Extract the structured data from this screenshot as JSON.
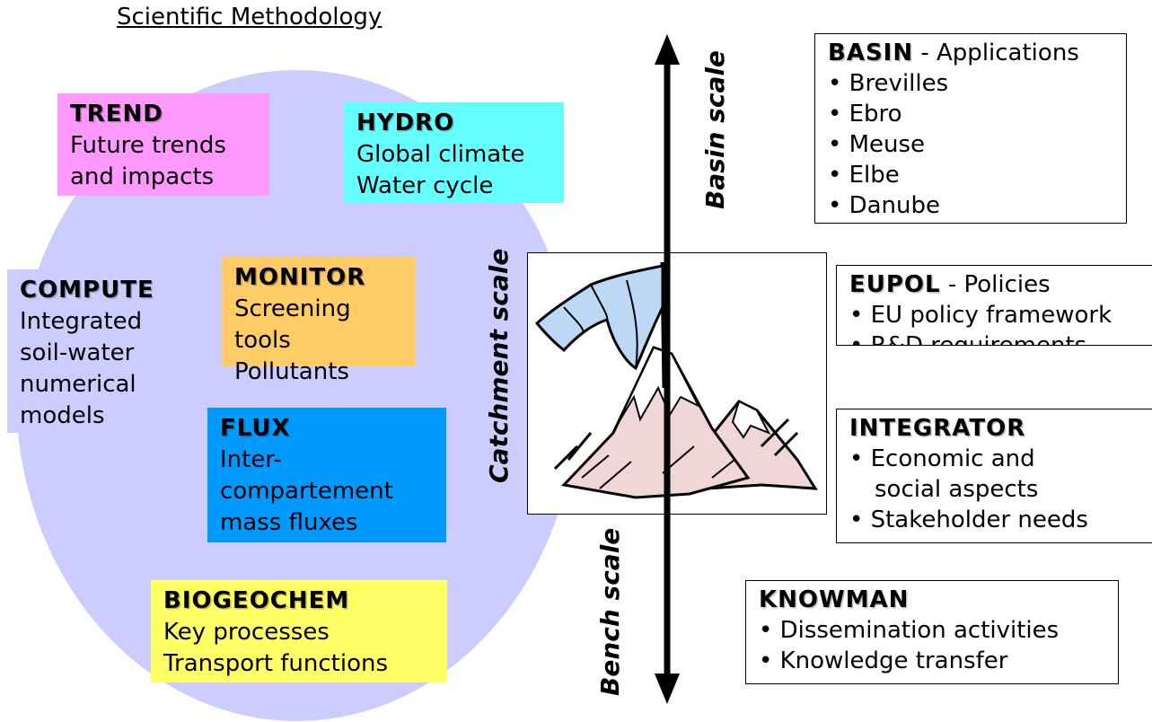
{
  "title": "Scientific Methodology",
  "colors": {
    "ellipse": "#ccccff",
    "trend": "#ff99ff",
    "hydro": "#66ffff",
    "monitor": "#ffcc66",
    "flux": "#0099ff",
    "biogeochem": "#ffff66"
  },
  "left_boxes": {
    "trend": {
      "head": "TREND",
      "lines": [
        "Future trends",
        "and impacts"
      ]
    },
    "hydro": {
      "head": "HYDRO",
      "lines": [
        "Global climate",
        "Water cycle"
      ]
    },
    "compute": {
      "head": "COMPUTE",
      "lines": [
        "Integrated",
        "soil-water",
        "numerical",
        "models"
      ]
    },
    "monitor": {
      "head": "MONITOR",
      "lines": [
        "Screening",
        "tools",
        "Pollutants"
      ]
    },
    "flux": {
      "head": "FLUX",
      "lines": [
        "Inter-",
        "compartement",
        "mass fluxes"
      ]
    },
    "biogeochem": {
      "head": "BIOGEOCHEM",
      "lines": [
        "Key processes",
        "Transport functions"
      ]
    }
  },
  "scales": {
    "basin": "Basin scale",
    "catchment": "Catchment scale",
    "bench": "Bench scale"
  },
  "right_boxes": {
    "basin": {
      "head": "BASIN",
      "sub": " - Applications",
      "items": [
        "• Brevilles",
        "• Ebro",
        "• Meuse",
        "• Elbe",
        "• Danube"
      ]
    },
    "eupol": {
      "head": "EUPOL",
      "sub": " - Policies",
      "items": [
        "• EU policy framework",
        "• R&D requirements"
      ]
    },
    "integrator": {
      "head": "INTEGRATOR",
      "items": [
        "• Economic and",
        "social aspects",
        "• Stakeholder needs"
      ]
    },
    "knowman": {
      "head": "KNOWMAN",
      "items": [
        "• Dissemination activities",
        "• Knowledge transfer"
      ]
    }
  },
  "picture": {
    "icon": "mountain-flag-icon"
  }
}
